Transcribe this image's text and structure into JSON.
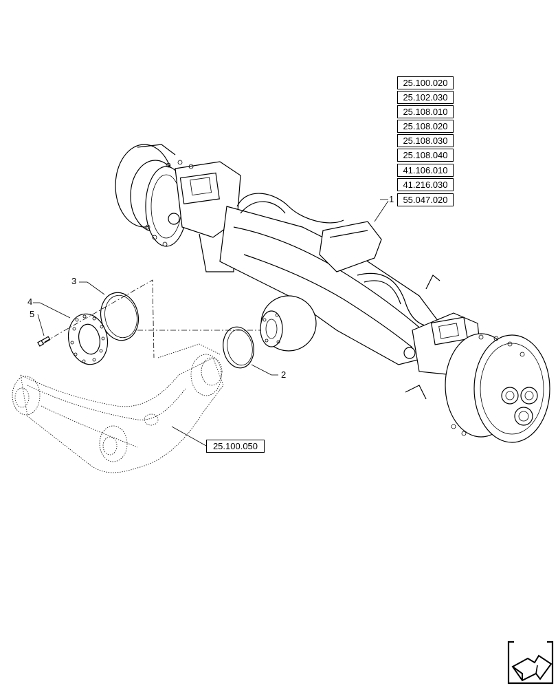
{
  "reference_boxes": [
    "25.100.020",
    "25.102.030",
    "25.108.010",
    "25.108.020",
    "25.108.030",
    "25.108.040",
    "41.106.010",
    "41.216.030",
    "55.047.020"
  ],
  "lower_reference": "25.100.050",
  "callouts": {
    "c1": "1",
    "c2": "2",
    "c3": "3",
    "c4": "4",
    "c5": "5"
  },
  "nav_icon": "next-page-arrow-icon"
}
